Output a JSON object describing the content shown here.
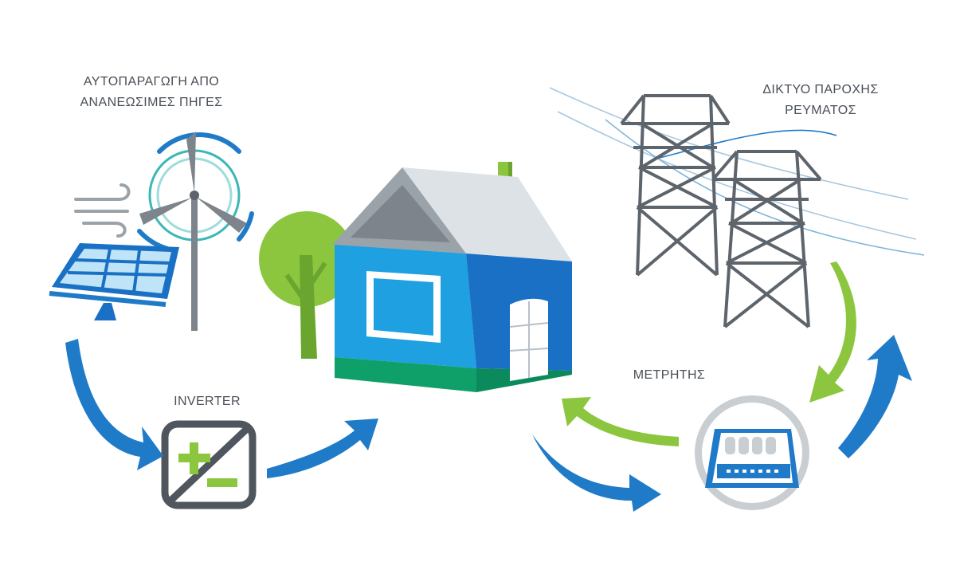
{
  "labels": {
    "renewables_line1": "ΑΥΤΟΠΑΡΑΓΩΓΗ ΑΠΟ",
    "renewables_line2": "ΑΝΑΝΕΩΣΙΜΕΣ ΠΗΓΕΣ",
    "grid_line1": "ΔΙΚΤΥΟ ΠΑΡΟΧΗΣ",
    "grid_line2": "ΡΕΥΜΑΤΟΣ",
    "meter": "ΜΕΤΡΗΤΗΣ",
    "inverter": "INVERTER"
  },
  "colors": {
    "blue_arrow": "#1f7bc8",
    "green_arrow": "#7dbf3a",
    "house_front": "#1fa0e0",
    "house_side": "#1a70c4",
    "roof": "#c9ced3",
    "base": "#0fa06a",
    "tree": "#8cc63f",
    "pylon": "#5d646b",
    "text": "#4a4f57"
  },
  "icons": [
    "solar-panel-icon",
    "wind-turbine-icon",
    "wind-icon",
    "house-icon",
    "tree-icon",
    "inverter-icon",
    "power-pylon-icon",
    "electric-meter-icon"
  ]
}
